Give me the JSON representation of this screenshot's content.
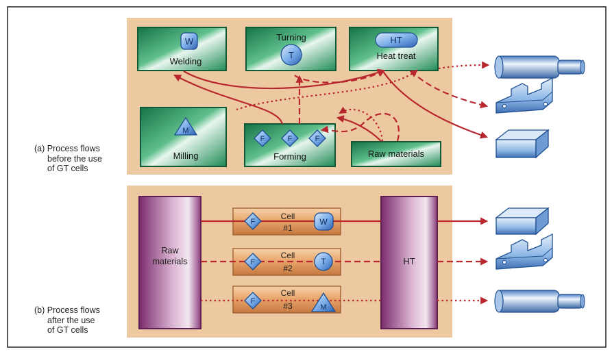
{
  "part_a": {
    "caption": [
      "(a) Process flows",
      "before the use",
      "of GT cells"
    ],
    "departments": {
      "welding": {
        "label": "Welding",
        "icon_letter": "W"
      },
      "turning": {
        "label": "Turning",
        "icon_letter": "T"
      },
      "heat_treat": {
        "label": "Heat treat",
        "icon_letter": "HT"
      },
      "milling": {
        "label": "Milling",
        "icon_letter": "M"
      },
      "forming": {
        "label": "Forming",
        "icon_letters": [
          "F",
          "F",
          "F"
        ]
      },
      "raw_materials": {
        "label": "Raw materials"
      }
    }
  },
  "part_b": {
    "caption": [
      "(b) Process flows",
      "after the use",
      "of GT cells"
    ],
    "raw_materials_label": [
      "Raw",
      "materials"
    ],
    "ht_label": "HT",
    "cells": [
      {
        "label": "Cell",
        "number": "#1",
        "left_icon": "F",
        "right_icon": "W"
      },
      {
        "label": "Cell",
        "number": "#2",
        "left_icon": "F",
        "right_icon": "T"
      },
      {
        "label": "Cell",
        "number": "#3",
        "left_icon": "F",
        "right_icon": "M"
      }
    ]
  },
  "colors": {
    "panel": "#ecc9a1",
    "dept_green": "#1e8a55",
    "flow_red": "#b8262e",
    "icon_blue": "#6a9fdc",
    "ht_purple": "#8a3d7c",
    "cell_orange": "#e7a268"
  }
}
